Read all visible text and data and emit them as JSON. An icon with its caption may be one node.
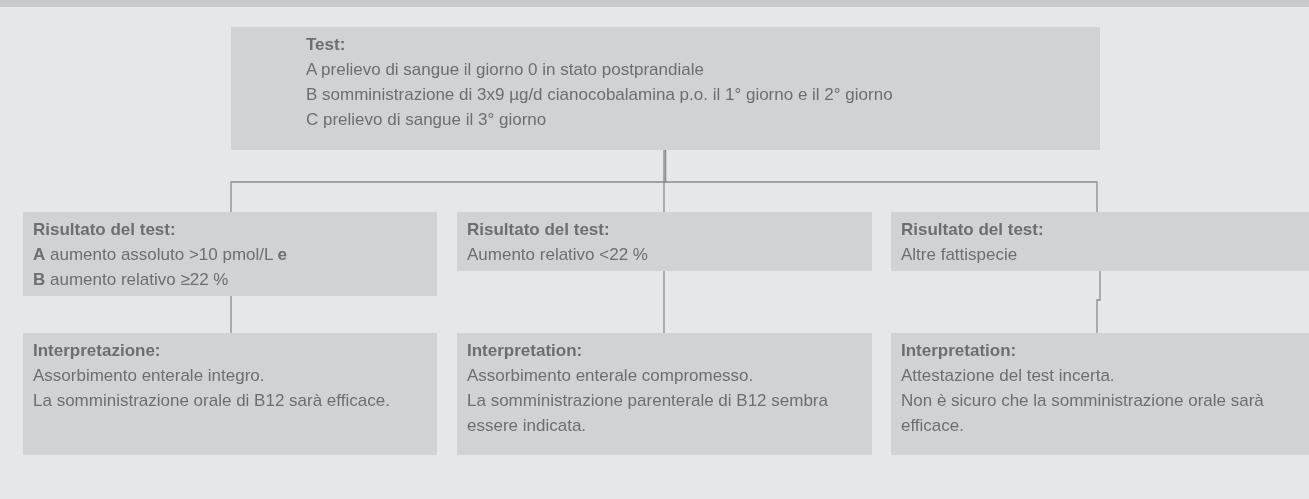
{
  "diagram": {
    "nodes": [
      {
        "text": [
          "Test:",
          "A prelievo di sangue il giorno 0 in stato postprandiale",
          "B somministrazione di 3x9 µg/d cianocobalamina p.o. il 1° giorno e il 2° giorno",
          "C prelievo di sangue il 3° giorno"
        ]
      },
      {
        "text": [
          "Risultato del test:",
          "**A** aumento assoluto >10 pmol/L **e**",
          "**B** aumento relativo ≥22 %"
        ]
      },
      {
        "text": [
          "Risultato del test:",
          "Aumento relativo <22 %"
        ]
      },
      {
        "text": [
          "Risultato del test:",
          "Altre fattispecie"
        ]
      },
      {
        "text": [
          "Interpretazione:",
          "Assorbimento enterale integro.",
          "La somministrazione orale di B12 sarà efficace."
        ]
      },
      {
        "text": [
          "Interpretation:",
          "Assorbimento enterale compromesso.",
          "La somministrazione parenterale di B12 sembra essere indicata."
        ]
      },
      {
        "text": [
          "Interpretation:",
          "Attestazione del test incerta.",
          "Non è sicuro che la somministrazione orale sarà efficace."
        ]
      }
    ],
    "edges": [
      {
        "from": 0,
        "to": 1,
        "arrow": "none"
      },
      {
        "from": 0,
        "to": 2,
        "arrow": "none"
      },
      {
        "from": 0,
        "to": 3,
        "arrow": "none"
      },
      {
        "from": 1,
        "to": 4,
        "arrow": "none"
      },
      {
        "from": 2,
        "to": 5,
        "arrow": "none"
      },
      {
        "from": 3,
        "to": 6,
        "arrow": "none"
      }
    ]
  }
}
